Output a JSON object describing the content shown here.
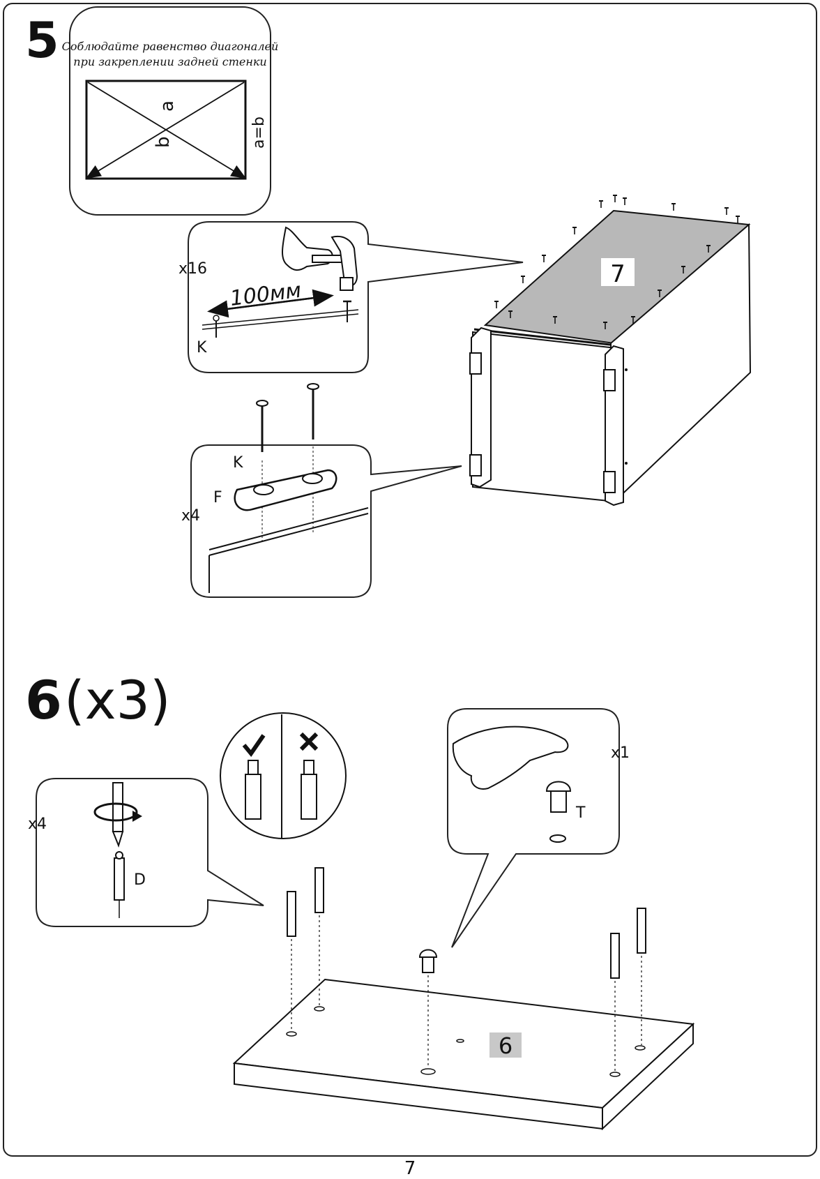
{
  "page": {
    "number": "7"
  },
  "step5": {
    "number": "5",
    "note_line1": "Соблюдайте равенство диагоналей",
    "note_line2": "при закреплении задней стенки",
    "diag_formula": "a=b",
    "diag_a": "a",
    "diag_b": "b",
    "nail_count": "x16",
    "spacing": "100мм",
    "nail_letter": "K",
    "bracket_count": "x4",
    "bracket_letter": "F",
    "bracket_nail_letter": "K",
    "panel_number": "7"
  },
  "step6": {
    "number": "6",
    "repeat": "(x3)",
    "dowel_count": "x4",
    "dowel_letter": "D",
    "cap_count": "x1",
    "cap_letter": "T",
    "panel_number": "6"
  }
}
